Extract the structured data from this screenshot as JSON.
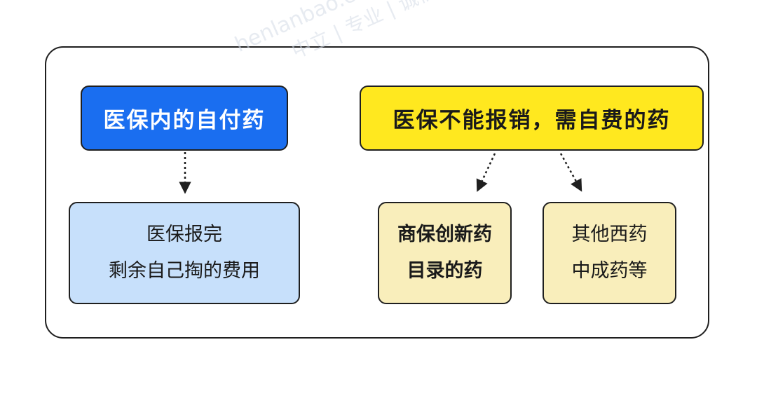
{
  "watermark": {
    "line1": "henlanbao.com",
    "line2": "中立 | 专业 | 诚信"
  },
  "nodes": {
    "self_pay_in_insurance": "医保内的自付药",
    "not_reimbursable": "医保不能报销，需自费的药"
  },
  "children": {
    "remaining_cost": {
      "line1": "医保报完",
      "line2": "剩余自己掏的费用"
    },
    "commercial_innovative": {
      "line1": "商保创新药",
      "line2": "目录的药"
    },
    "other_drugs": {
      "line1": "其他西药",
      "line2": "中成药等"
    }
  },
  "colors": {
    "blue_head": "#1a6ef0",
    "blue_child": "#c7e0fb",
    "yellow_head": "#ffe81f",
    "yellow_child": "#f9eebb",
    "border": "#1f1f1f"
  }
}
